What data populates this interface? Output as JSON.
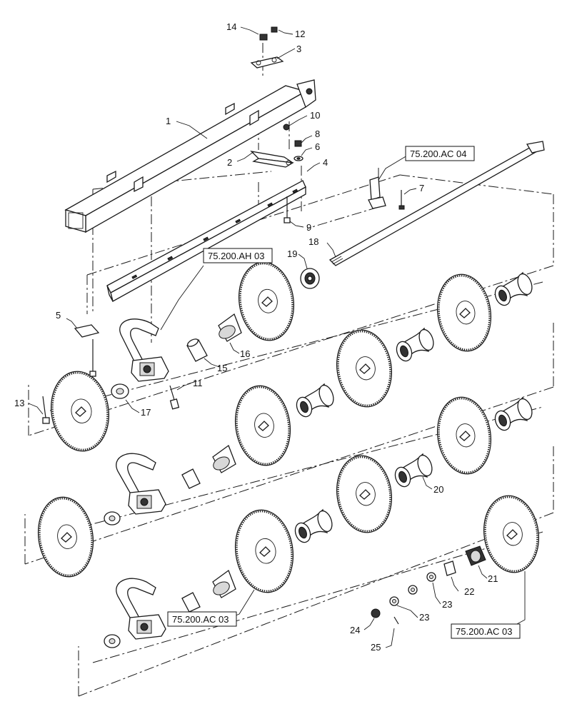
{
  "callouts": [
    {
      "id": "c1",
      "text": "1"
    },
    {
      "id": "c2",
      "text": "2"
    },
    {
      "id": "c3",
      "text": "3"
    },
    {
      "id": "c4",
      "text": "4"
    },
    {
      "id": "c5",
      "text": "5"
    },
    {
      "id": "c6",
      "text": "6"
    },
    {
      "id": "c7",
      "text": "7"
    },
    {
      "id": "c8",
      "text": "8"
    },
    {
      "id": "c9",
      "text": "9"
    },
    {
      "id": "c10",
      "text": "10"
    },
    {
      "id": "c11",
      "text": "11"
    },
    {
      "id": "c12",
      "text": "12"
    },
    {
      "id": "c13",
      "text": "13"
    },
    {
      "id": "c14",
      "text": "14"
    },
    {
      "id": "c15",
      "text": "15"
    },
    {
      "id": "c16",
      "text": "16"
    },
    {
      "id": "c17",
      "text": "17"
    },
    {
      "id": "c18",
      "text": "18"
    },
    {
      "id": "c19",
      "text": "19"
    },
    {
      "id": "c20",
      "text": "20"
    },
    {
      "id": "c21",
      "text": "21"
    },
    {
      "id": "c22",
      "text": "22"
    },
    {
      "id": "c23a",
      "text": "23"
    },
    {
      "id": "c23b",
      "text": "23"
    },
    {
      "id": "c24",
      "text": "24"
    },
    {
      "id": "c25",
      "text": "25"
    }
  ],
  "references": {
    "ref_ac04": "75.200.AC 04",
    "ref_ah03": "75.200.AH 03",
    "ref_ac03_left": "75.200.AC 03",
    "ref_ac03_right": "75.200.AC 03"
  }
}
